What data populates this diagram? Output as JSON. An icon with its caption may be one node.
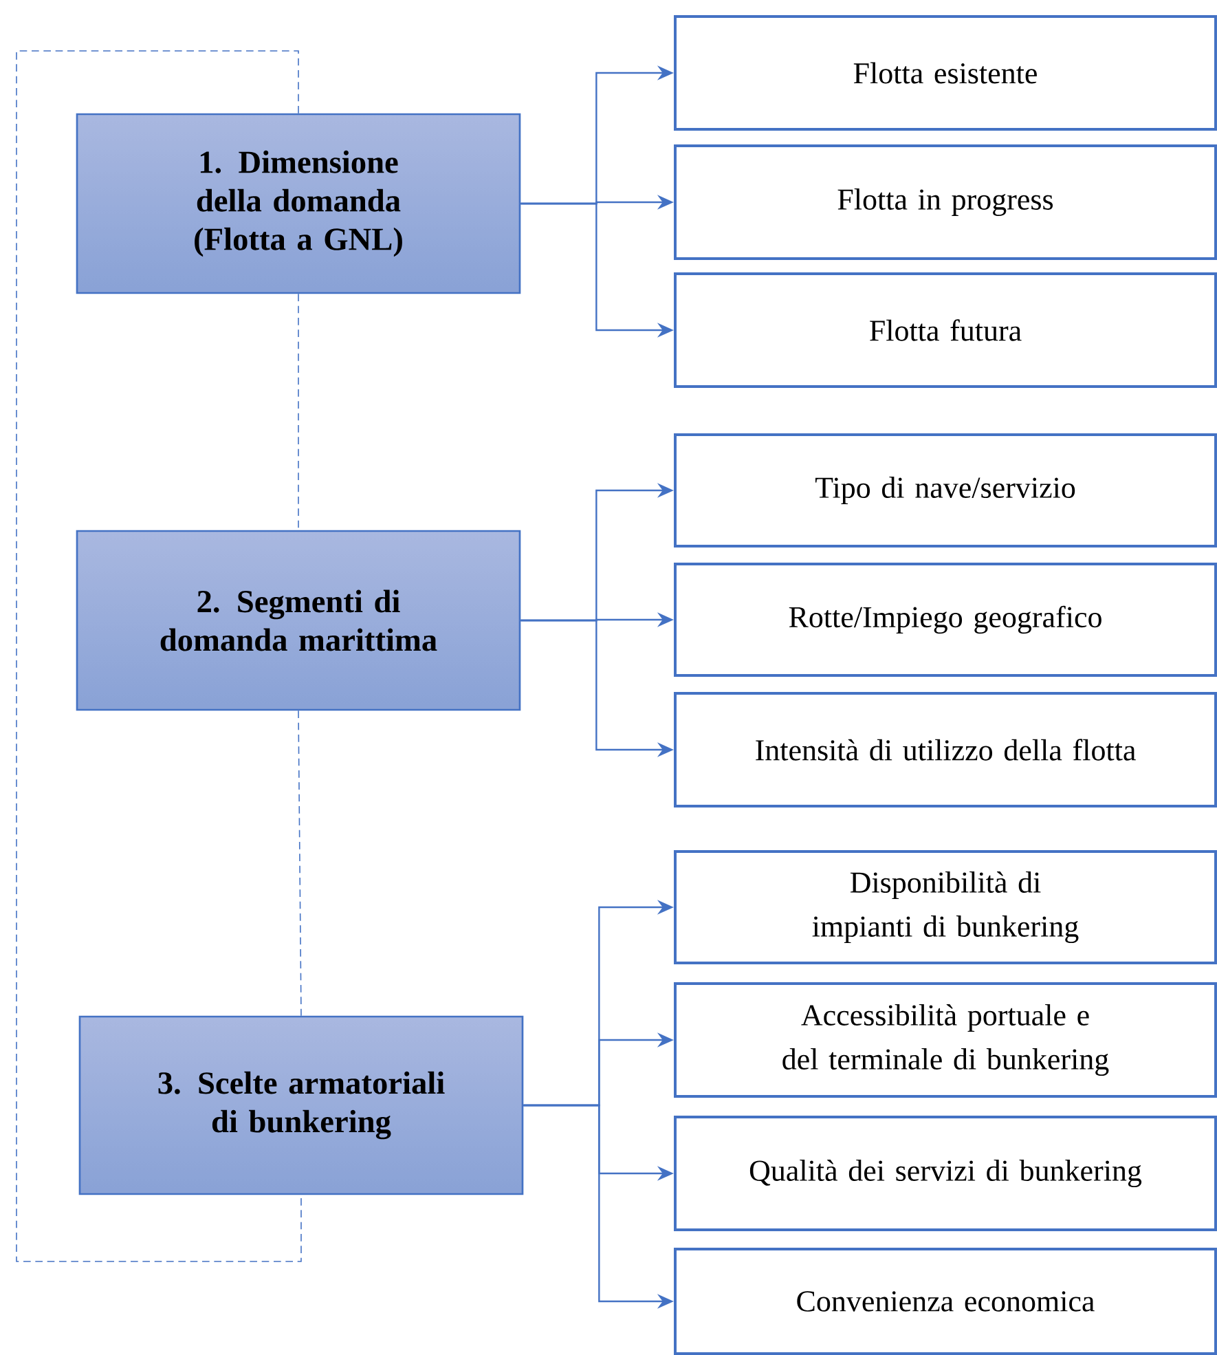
{
  "diagram": {
    "nodes": [
      {
        "text": [
          "1. Dimensione della domanda (Flotta a GNL)"
        ]
      },
      {
        "text": [
          "Flotta esistente"
        ]
      },
      {
        "text": [
          "Flotta in progress"
        ]
      },
      {
        "text": [
          "Flotta futura"
        ]
      },
      {
        "text": [
          "2. Segmenti di domanda marittima"
        ]
      },
      {
        "text": [
          "Tipo di nave/servizio"
        ]
      },
      {
        "text": [
          "Rotte/Impiego geografico"
        ]
      },
      {
        "text": [
          "Intensità di utilizzo della flotta"
        ]
      },
      {
        "text": [
          "3. Scelte armatoriali di bunkering"
        ]
      },
      {
        "text": [
          "Disponibilità di impianti di bunkering"
        ]
      },
      {
        "text": [
          "Accessibilità portuale e del terminale di bunkering"
        ]
      },
      {
        "text": [
          "Qualità dei servizi di bunkering"
        ]
      },
      {
        "text": [
          "Convenienza economica"
        ]
      }
    ],
    "edges": [
      {
        "from": 0,
        "to": 1,
        "arrow": "to"
      },
      {
        "from": 0,
        "to": 2,
        "arrow": "to"
      },
      {
        "from": 0,
        "to": 3,
        "arrow": "to"
      },
      {
        "from": 4,
        "to": 5,
        "arrow": "to"
      },
      {
        "from": 4,
        "to": 6,
        "arrow": "to"
      },
      {
        "from": 4,
        "to": 7,
        "arrow": "to"
      },
      {
        "from": 8,
        "to": 9,
        "arrow": "to"
      },
      {
        "from": 8,
        "to": 10,
        "arrow": "to"
      },
      {
        "from": 8,
        "to": 11,
        "arrow": "to"
      },
      {
        "from": 8,
        "to": 12,
        "arrow": "to"
      },
      {
        "from": 0,
        "to": 4,
        "arrow": "none",
        "style": "dashed"
      },
      {
        "from": 4,
        "to": 8,
        "arrow": "none",
        "style": "dashed"
      },
      {
        "from": 0,
        "to": 8,
        "arrow": "none",
        "style": "dashed"
      }
    ]
  }
}
